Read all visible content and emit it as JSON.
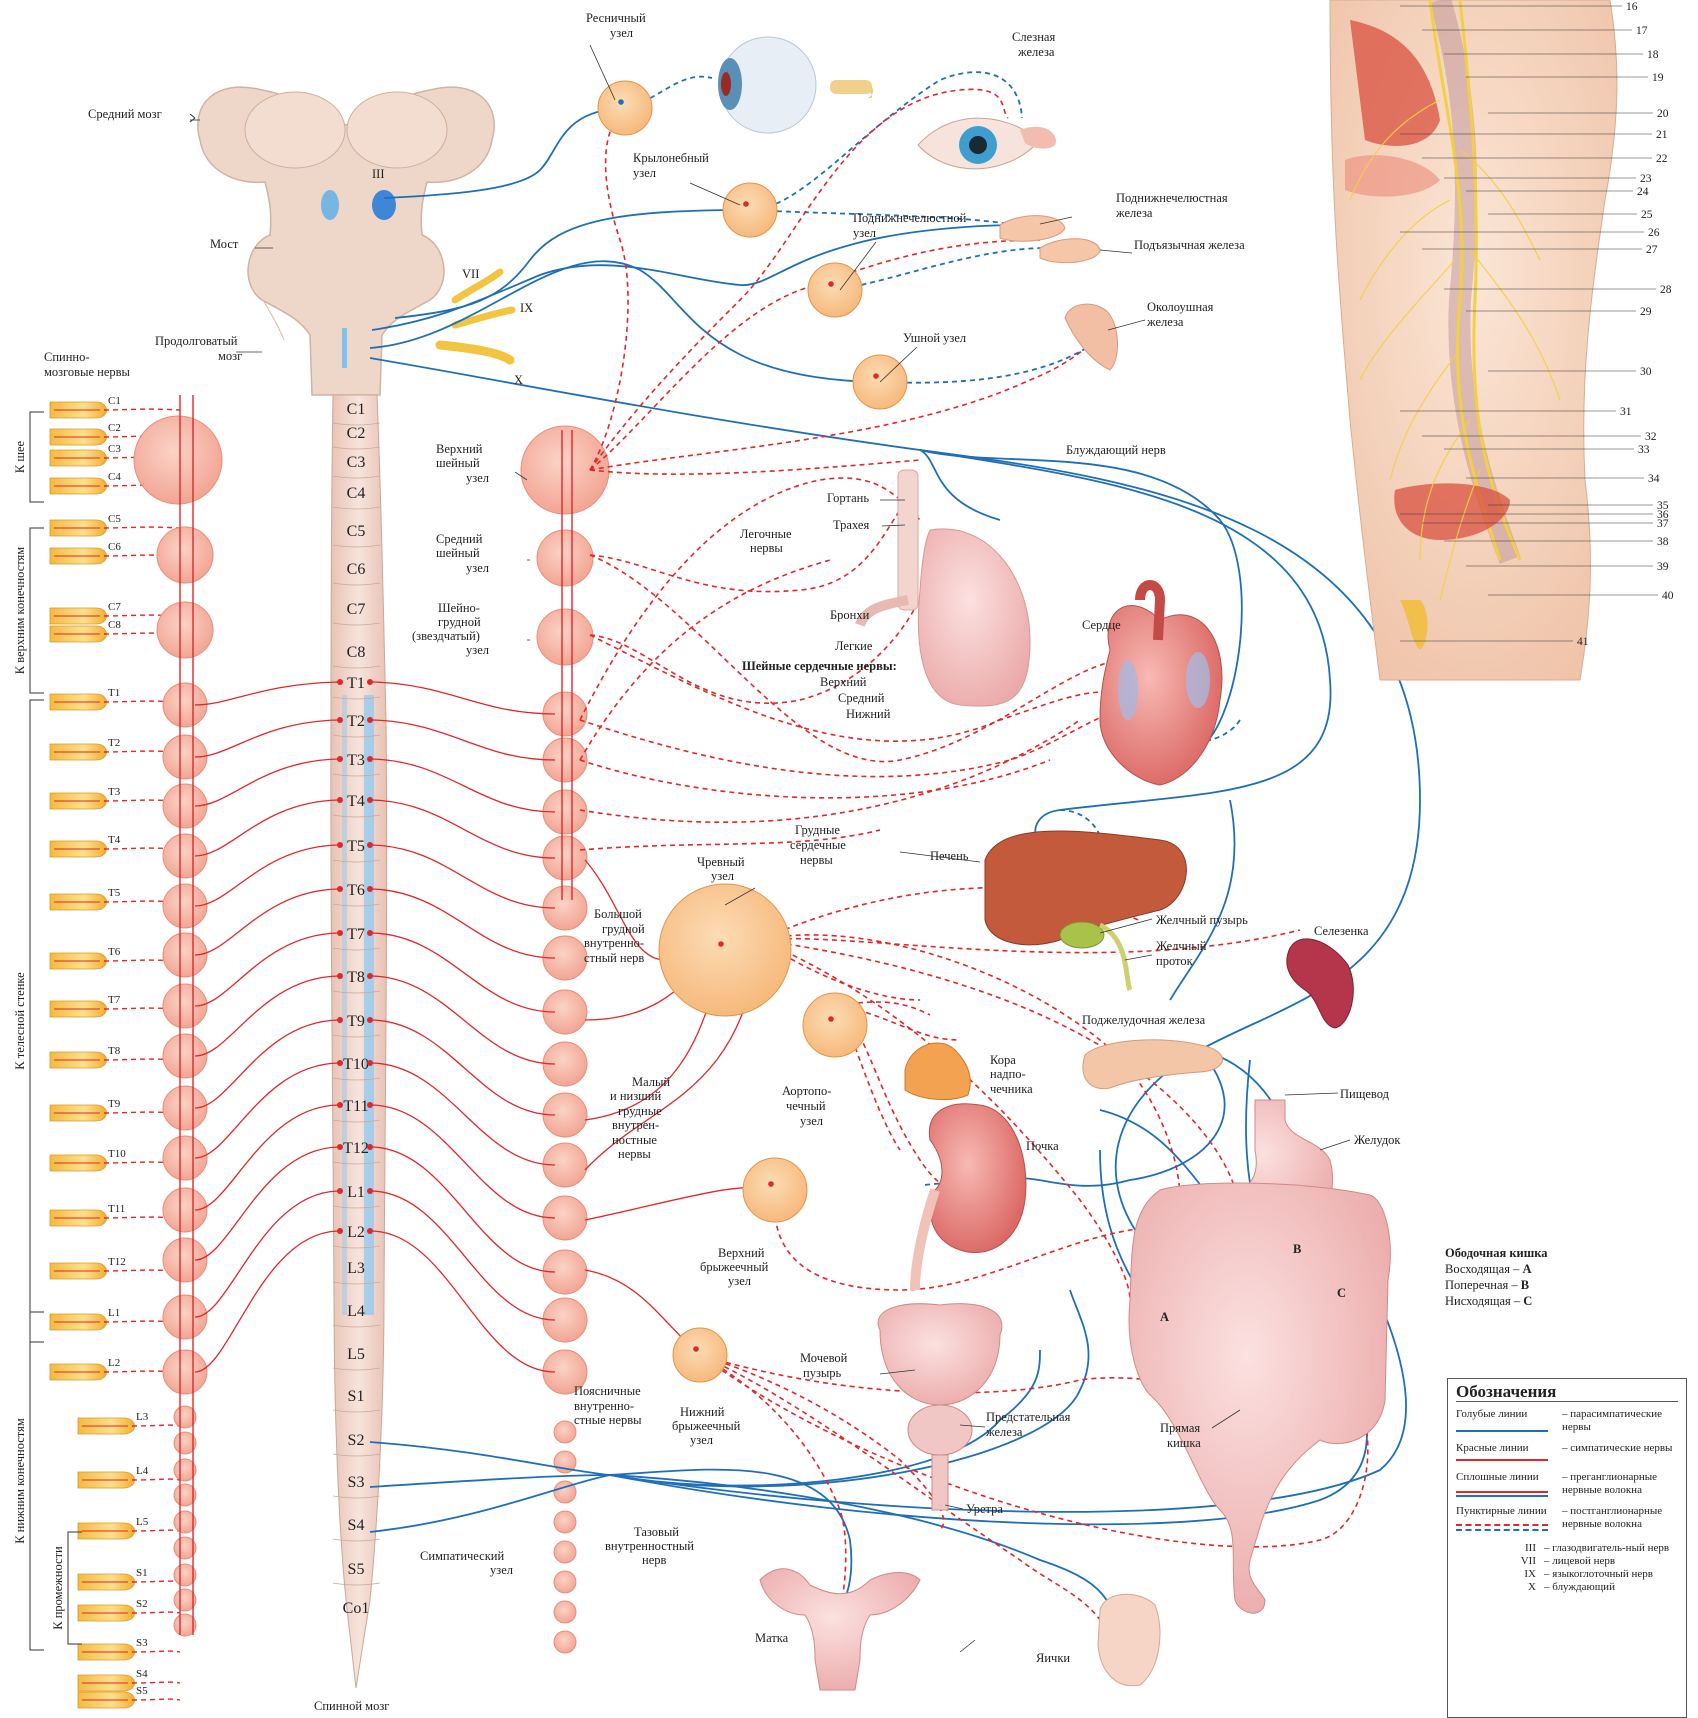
{
  "brain": {
    "midbrain": "Средний мозг",
    "pons": "Мост",
    "medulla_1": "Продолговатый",
    "medulla_2": "мозг",
    "nerve_III": "III",
    "nerve_VII": "VII",
    "nerve_IX": "IX",
    "nerve_X": "X",
    "spinal_nerves_1": "Спинно-",
    "spinal_nerves_2": "мозговые нервы",
    "spinal_cord": "Спинной мозг"
  },
  "segments": [
    "C1",
    "C2",
    "C3",
    "C4",
    "C5",
    "C6",
    "C7",
    "C8",
    "T1",
    "T2",
    "T3",
    "T4",
    "T5",
    "T6",
    "T7",
    "T8",
    "T9",
    "T10",
    "T11",
    "T12",
    "L1",
    "L2",
    "L3",
    "L4",
    "L5",
    "S1",
    "S2",
    "S3",
    "S4",
    "S5",
    "Co1"
  ],
  "nerve_labels": [
    "C1",
    "C2",
    "C3",
    "C4",
    "C5",
    "C6",
    "C7",
    "C8",
    "T1",
    "T2",
    "T3",
    "T4",
    "T5",
    "T6",
    "T7",
    "T8",
    "T9",
    "T10",
    "T11",
    "T12",
    "L1",
    "L2",
    "L3",
    "L4",
    "L5",
    "S1",
    "S2",
    "S3",
    "S4",
    "S5"
  ],
  "regions": {
    "neck": "К шее",
    "upper_limbs": "К верхним конечностям",
    "body_wall": "К телесной стенке",
    "lower_limbs": "К нижним конечностям",
    "perineum": "К промежности"
  },
  "ganglia": {
    "ciliary_1": "Ресничный",
    "ciliary_2": "узел",
    "pterygopalatine_1": "Крылонебный",
    "pterygopalatine_2": "узел",
    "submandibular_1": "Поднижнечелюстной",
    "submandibular_2": "узел",
    "otic": "Ушной узел",
    "sup_cervical_1": "Верхний",
    "sup_cervical_2": "шейный",
    "sup_cervical_3": "узел",
    "mid_cervical_1": "Средний",
    "mid_cervical_2": "шейный",
    "mid_cervical_3": "узел",
    "cervicothoracic_1": "Шейно-",
    "cervicothoracic_2": "грудной",
    "cervicothoracic_3": "(звездчатый)",
    "cervicothoracic_4": "узел",
    "celiac_1": "Чревный",
    "celiac_2": "узел",
    "aorticorenal_1": "Аортопо-",
    "aorticorenal_2": "чечный",
    "aorticorenal_3": "узел",
    "sup_mesenteric_1": "Верхний",
    "sup_mesenteric_2": "брыжеечный",
    "sup_mesenteric_3": "узел",
    "inf_mesenteric_1": "Нижний",
    "inf_mesenteric_2": "брыжеечный",
    "inf_mesenteric_3": "узел",
    "sympathetic_1": "Симпатический",
    "sympathetic_2": "узел"
  },
  "nerves": {
    "vagus": "Блуждающий нерв",
    "pulmonary_1": "Легочные",
    "pulmonary_2": "нервы",
    "cardiac_title": "Шейные сердечные нервы:",
    "cardiac_upper": "Верхний",
    "cardiac_middle": "Средний",
    "cardiac_lower": "Нижний",
    "thoracic_cardiac_1": "Грудные",
    "thoracic_cardiac_2": "сердечные",
    "thoracic_cardiac_3": "нервы",
    "greater_splanchnic_1": "Большой",
    "greater_splanchnic_2": "грудной",
    "greater_splanchnic_3": "внутренно-",
    "greater_splanchnic_4": "стный нерв",
    "lesser_splanchnic_1": "Малый",
    "lesser_splanchnic_2": "и низший",
    "lesser_splanchnic_3": "грудные",
    "lesser_splanchnic_4": "внутрен-",
    "lesser_splanchnic_5": "ностные",
    "lesser_splanchnic_6": "нервы",
    "lumbar_splanchnic_1": "Поясничные",
    "lumbar_splanchnic_2": "внутренно-",
    "lumbar_splanchnic_3": "стные нервы",
    "pelvic_splanchnic_1": "Тазовый",
    "pelvic_splanchnic_2": "внутренностный",
    "pelvic_splanchnic_3": "нерв"
  },
  "organs": {
    "lacrimal_1": "Слезная",
    "lacrimal_2": "железа",
    "submandibular_gland_1": "Поднижнечелюстная",
    "submandibular_gland_2": "железа",
    "sublingual": "Подъязычная железа",
    "parotid_1": "Околоушная",
    "parotid_2": "железа",
    "larynx": "Гортань",
    "trachea": "Трахея",
    "bronchi": "Бронхи",
    "lungs": "Легкие",
    "heart": "Сердце",
    "liver": "Печень",
    "gallbladder": "Желчный пузырь",
    "bile_duct_1": "Желчный",
    "bile_duct_2": "проток",
    "spleen": "Селезенка",
    "pancreas": "Поджелудочная железа",
    "adrenal_1": "Кора",
    "adrenal_2": "надпо-",
    "adrenal_3": "чечника",
    "kidney": "Почка",
    "esophagus": "Пищевод",
    "stomach": "Желудок",
    "bladder_1": "Мочевой",
    "bladder_2": "пузырь",
    "prostate_1": "Предстательная",
    "prostate_2": "железа",
    "urethra": "Уретра",
    "rectum_1": "Прямая",
    "rectum_2": "кишка",
    "uterus": "Матка",
    "testes": "Яички",
    "colon_A": "A",
    "colon_B": "B",
    "colon_C": "C"
  },
  "colon": {
    "title": "Ободочная кишка",
    "a_label": "Восходящая – ",
    "a_letter": "A",
    "b_label": "Поперечная – ",
    "b_letter": "B",
    "c_label": "Нисходящая – ",
    "c_letter": "C"
  },
  "inset_numbers": [
    "16",
    "17",
    "18",
    "19",
    "20",
    "21",
    "22",
    "23",
    "24",
    "25",
    "26",
    "27",
    "28",
    "29",
    "30",
    "31",
    "32",
    "33",
    "34",
    "35",
    "36",
    "37",
    "38",
    "39",
    "40",
    "41"
  ],
  "legend": {
    "title": "Обозначения",
    "blue_key": "Голубые линии",
    "blue_val": "– парасимпатические нервы",
    "red_key": "Красные линии",
    "red_val": "– симпатические нервы",
    "solid_key": "Сплошные линии",
    "solid_val": "– преганглионарные нервные волокна",
    "dashed_key": "Пунктирные линии",
    "dashed_val": "– постганглионарные нервные волокна",
    "abbr": [
      {
        "k": "III",
        "v": "– глазодвигатель-ный нерв"
      },
      {
        "k": "VII",
        "v": "– лицевой нерв"
      },
      {
        "k": "IX",
        "v": "– языкоглоточный нерв"
      },
      {
        "k": "X",
        "v": "– блуждающий"
      }
    ]
  },
  "colors": {
    "parasympathetic": "#1f6fb8",
    "sympathetic": "#e0272b",
    "ganglion": "#f9c99a",
    "ganglion_red": "#f7b3a3",
    "nerve_yellow": "#f3c440",
    "cord": "#f0d7cc"
  }
}
